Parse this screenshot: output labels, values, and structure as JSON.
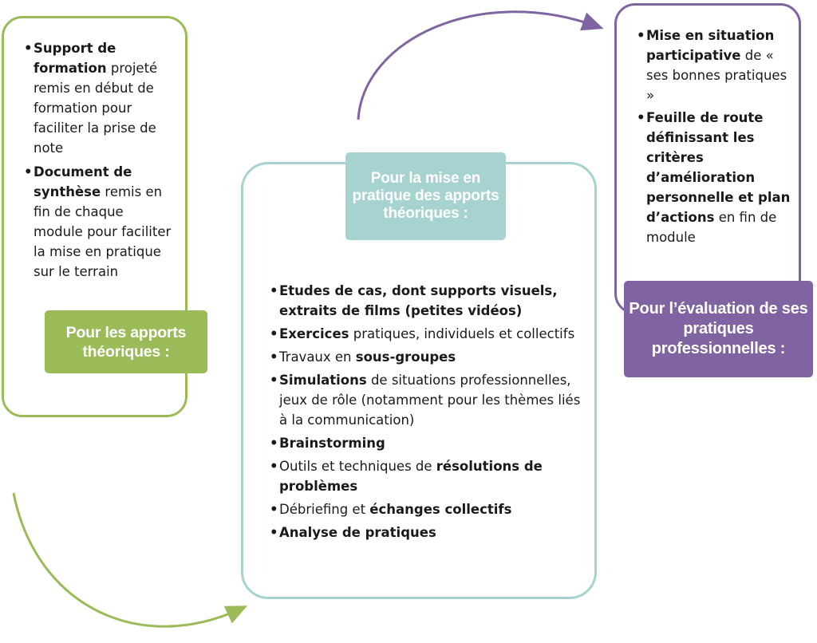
{
  "left": {
    "title": "Pour les apports théoriques :",
    "items": [
      {
        "bold": "Support de formation",
        "rest": " projeté remis en début de formation pour faciliter la prise de note"
      },
      {
        "bold": "Document de synthèse",
        "rest": " remis en fin de chaque module pour faciliter la mise en pratique sur le terrain"
      }
    ]
  },
  "center": {
    "title": "Pour la mise en pratique des apports théoriques :",
    "items": [
      {
        "pre": "",
        "bold": "Etudes de cas, dont supports visuels, extraits de films (petites vidéos)",
        "rest": ""
      },
      {
        "pre": "",
        "bold": "Exercices",
        "rest": " pratiques, individuels et collectifs"
      },
      {
        "pre": "Travaux en ",
        "bold": "sous-groupes",
        "rest": ""
      },
      {
        "pre": "",
        "bold": "Simulations",
        "rest": " de situations professionnelles, jeux de rôle (notamment pour les thèmes liés à la communication)"
      },
      {
        "pre": "",
        "bold": "Brainstorming",
        "rest": ""
      },
      {
        "pre": "Outils et techniques de ",
        "bold": "résolutions de problèmes",
        "rest": ""
      },
      {
        "pre": "Débriefing et ",
        "bold": "échanges collectifs",
        "rest": ""
      },
      {
        "pre": "",
        "bold": "Analyse de pratiques",
        "rest": ""
      }
    ]
  },
  "right": {
    "title": "Pour l’évaluation de ses pratiques professionnelles :",
    "items": [
      {
        "bold": "Mise en situation participative",
        "rest": " de « ses bonnes pratiques »"
      },
      {
        "bold": "Feuille de route définissant les critères d’amélioration personnelle et plan d’actions",
        "rest": " en fin de module"
      }
    ]
  },
  "colors": {
    "green": "#9bbb59",
    "teal": "#a6d3d0",
    "purple": "#8064a2"
  }
}
